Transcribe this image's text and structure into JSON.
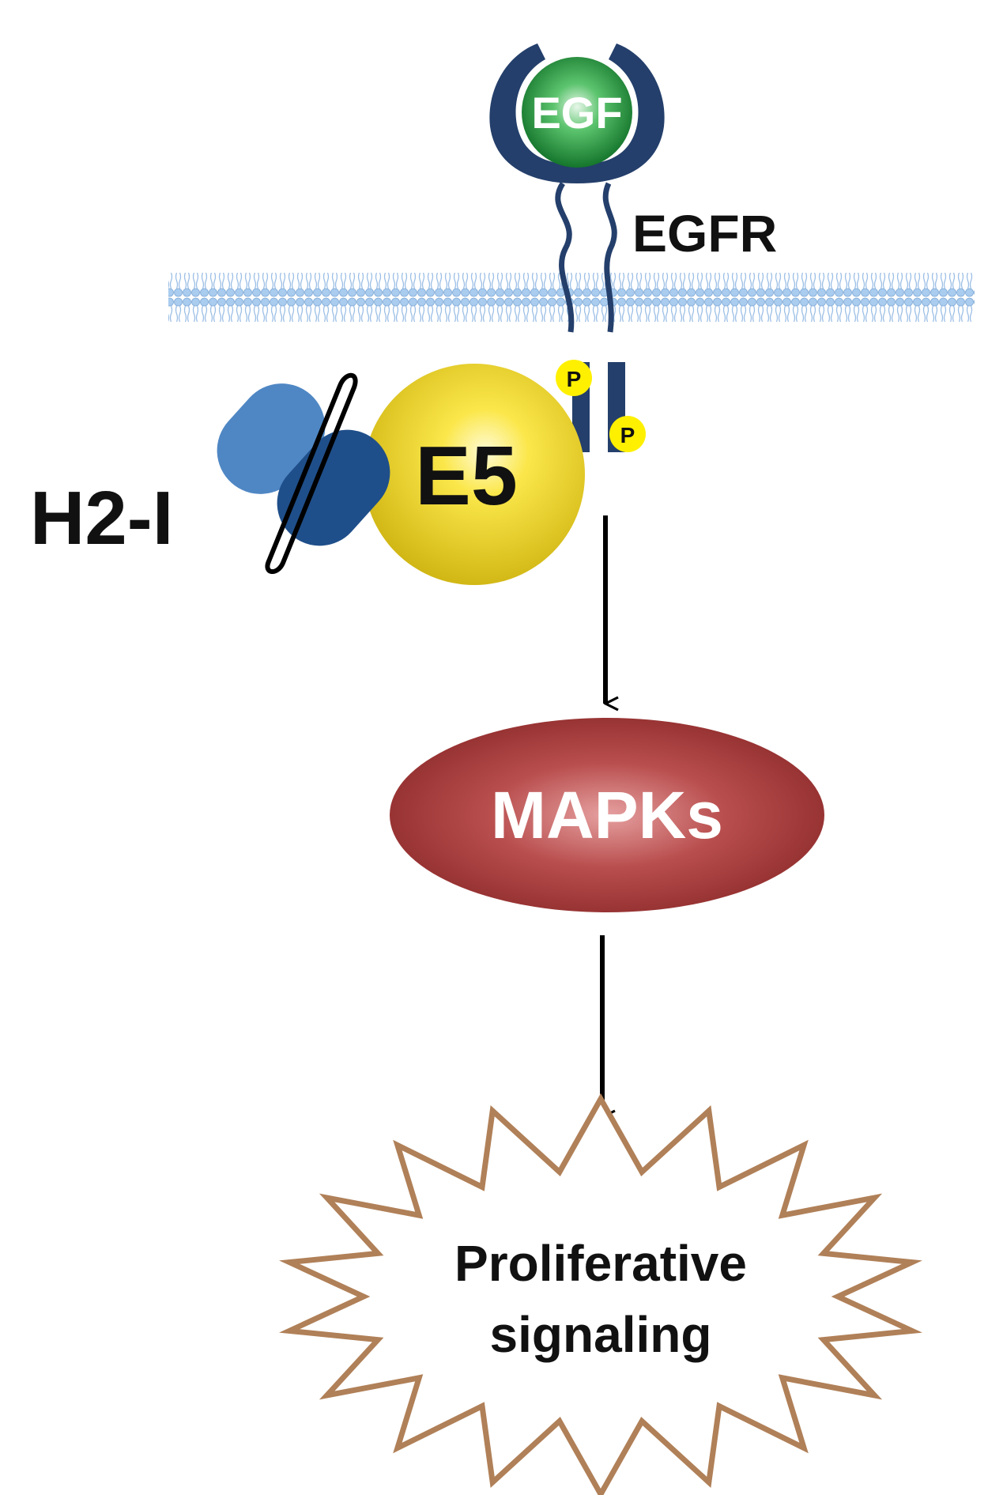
{
  "labels": {
    "egf": "EGF",
    "egfr": "EGFR",
    "e5": "E5",
    "h2i": "H2-I",
    "phospho_1": "P",
    "phospho_2": "P",
    "mapks": "MAPKs",
    "outcome_line1": "Proliferative",
    "outcome_line2": "signaling"
  },
  "colors": {
    "receptor": "#243f6b",
    "egf_green": "#0b7a2a",
    "membrane": "#9ec3ea",
    "e5_yellow": "#e9d322",
    "h2i_light": "#4f87c4",
    "h2i_dark": "#1f4f8a",
    "phospho": "#fff000",
    "mapks_red": "#a83a3a",
    "burst_outline": "#b08058",
    "arrow": "#000000"
  }
}
